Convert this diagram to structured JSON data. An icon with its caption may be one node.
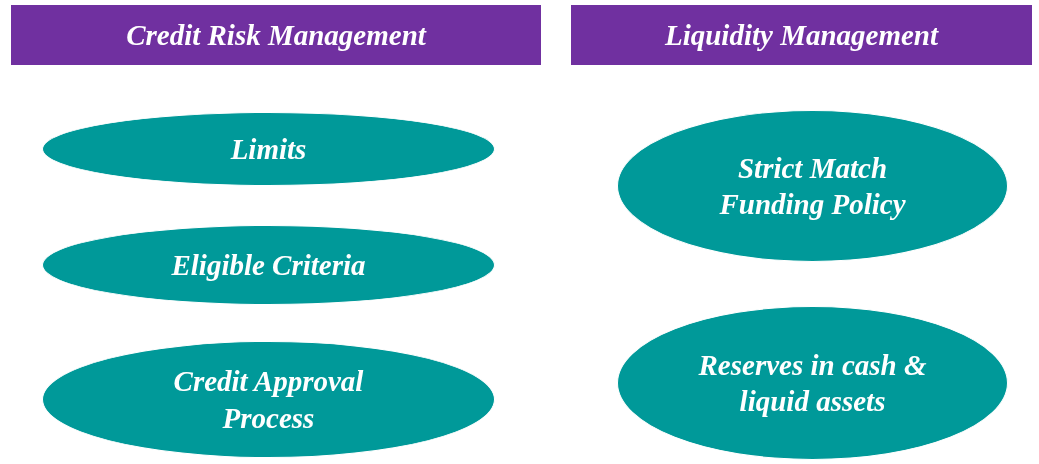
{
  "diagram": {
    "nodes": [
      {
        "text": [
          "Credit Risk Management"
        ]
      },
      {
        "text": [
          "Limits"
        ]
      },
      {
        "text": [
          "Eligible Criteria"
        ]
      },
      {
        "text": [
          "Credit Approval Process"
        ]
      },
      {
        "text": [
          "Liquidity Management"
        ]
      },
      {
        "text": [
          "Strict Match Funding Policy"
        ]
      },
      {
        "text": [
          "Reserves in cash & liquid assets"
        ]
      }
    ],
    "edges": []
  }
}
